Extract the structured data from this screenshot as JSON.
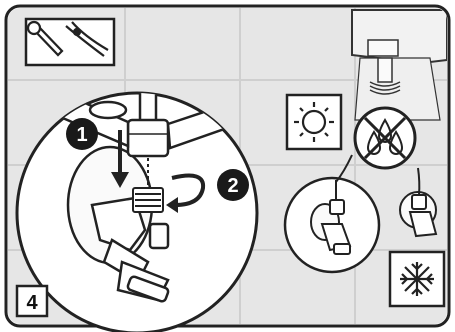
{
  "panel": {
    "step_number": "4",
    "callouts": [
      {
        "number": "1"
      },
      {
        "number": "2"
      }
    ]
  },
  "icons": {
    "tools": [
      "wrench-icon",
      "pliers-icon"
    ],
    "warm": "sun-icon",
    "no_water": "no-water-drops-icon",
    "frost": "snowflake-icon"
  },
  "colors": {
    "background": "#e6e6e6",
    "tile_line": "#cfcfcf",
    "outline": "#1a1a1a",
    "callout_fill": "#1a1a1a",
    "callout_text": "#ffffff"
  }
}
